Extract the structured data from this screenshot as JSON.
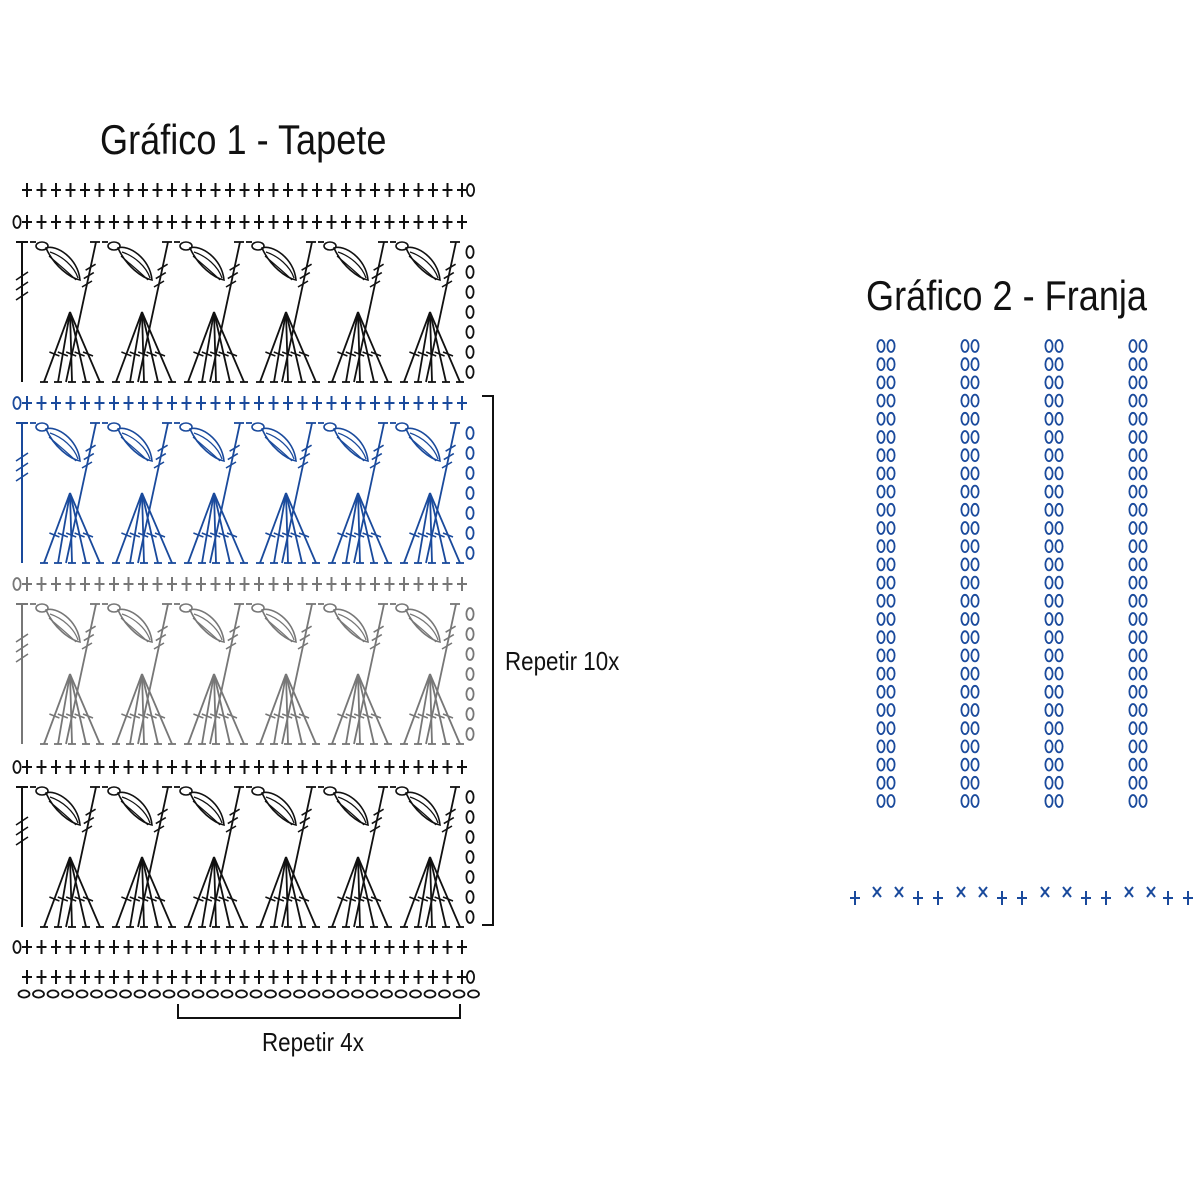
{
  "chart1": {
    "title": "Gráfico 1 - Tapete",
    "repeat_rows_label": "Repetir 10x",
    "repeat_stitches_label": "Repetir 4x",
    "colors": {
      "black": "#111111",
      "blue": "#1a4a9c",
      "gray": "#777777"
    },
    "motifs_per_row": 6,
    "rows_top_to_bottom": [
      {
        "kind": "sc-row-chain-right",
        "color": "black"
      },
      {
        "kind": "sc-row-chain-left",
        "color": "black"
      },
      {
        "kind": "fan-row",
        "color": "black"
      },
      {
        "kind": "sc-row-chain-left",
        "color": "blue"
      },
      {
        "kind": "fan-row",
        "color": "blue"
      },
      {
        "kind": "sc-row-chain-left",
        "color": "gray"
      },
      {
        "kind": "fan-row",
        "color": "gray"
      },
      {
        "kind": "sc-row-chain-left",
        "color": "black"
      },
      {
        "kind": "fan-row",
        "color": "black"
      },
      {
        "kind": "sc-row-chain-left",
        "color": "black"
      },
      {
        "kind": "sc-row-chain-right",
        "color": "black"
      },
      {
        "kind": "foundation-chain",
        "color": "black"
      }
    ]
  },
  "chart2": {
    "title": "Gráfico 2 - Franja",
    "color": "#1a4a9c",
    "strands": 4,
    "chains_per_strand": 26
  }
}
